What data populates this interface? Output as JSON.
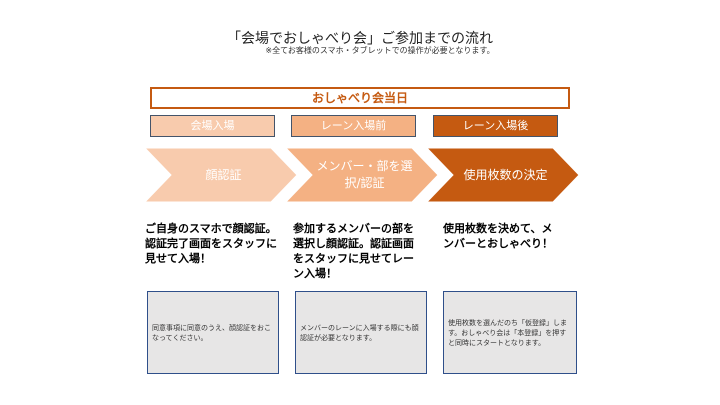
{
  "title": "「会場でおしゃべり会」ご参加までの流れ",
  "subtitle": "※全てお客様のスマホ・タブレットでの操作が必要となります。",
  "day_header": "おしゃべり会当日",
  "stages": [
    {
      "label": "会場入場",
      "step": "顔認証",
      "desc": "ご自身のスマホで顔認証。認証完了画面をスタッフに見せて入場！",
      "note": "同意事項に同意のうえ、顔認証をおこなってください。",
      "color": "#f8cbad"
    },
    {
      "label": "レーン入場前",
      "step": "メンバー・部を選択/認証",
      "desc": "参加するメンバーの部を選択し顔認証。認証画面をスタッフに見せてレーン入場！",
      "note": "メンバーのレーンに入場する際にも顔認証が必要となります。",
      "color": "#f4b183"
    },
    {
      "label": "レーン入場後",
      "step": "使用枚数の決定",
      "desc": "使用枚数を決めて、メンバーとおしゃべり！",
      "note": "使用枚数を選んだのち「仮登録」します。おしゃべり会は「本登録」を押すと同時にスタートとなります。",
      "color": "#c55a11"
    }
  ]
}
